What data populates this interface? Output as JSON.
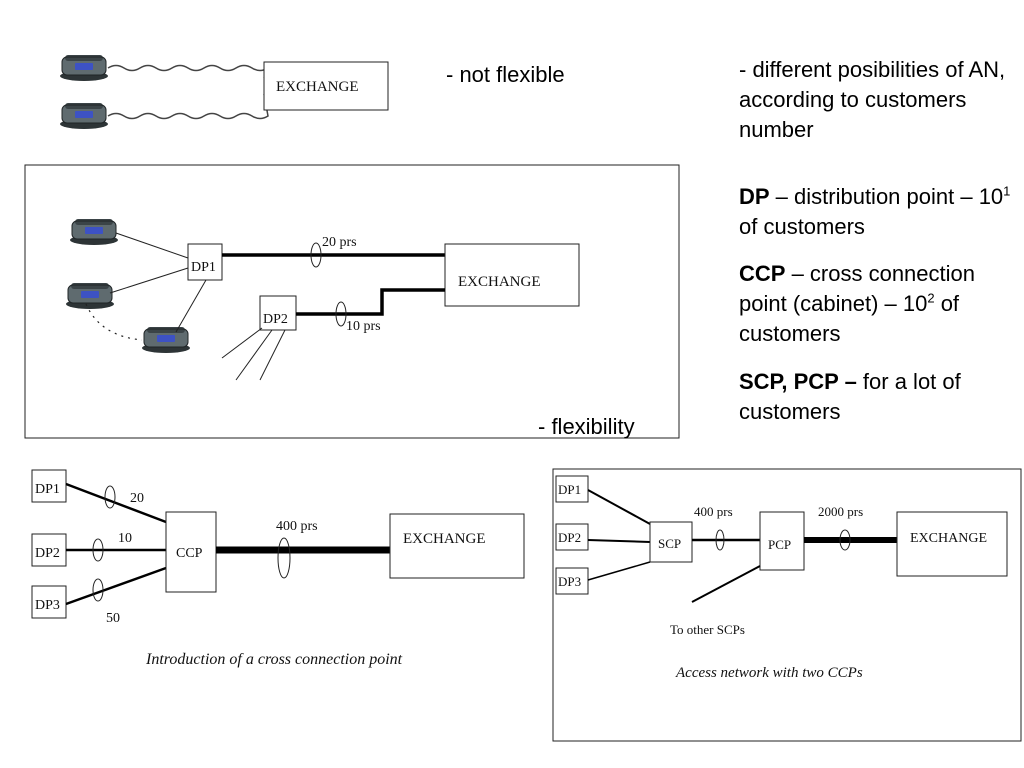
{
  "notes": {
    "not_flexible": "- not flexible",
    "flexibility": "- flexibility",
    "possibilities": "- different posibilities of AN, according to customers number",
    "dp_term": "DP",
    "dp_def": " – distribution point – 10",
    "dp_exp": "1",
    "dp_tail": " of customers",
    "ccp_term": "CCP",
    "ccp_def": " – cross connection point (cabinet) – 10",
    "ccp_exp": "2",
    "ccp_tail": " of customers",
    "scp_term": "SCP, PCP –",
    "scp_def": " for a lot of customers"
  },
  "figures": {
    "fig1": {
      "exchange": "EXCHANGE"
    },
    "fig2": {
      "dp1": "DP1",
      "dp2": "DP2",
      "pairs_top": "20 prs",
      "pairs_bottom": "10 prs",
      "exchange": "EXCHANGE"
    },
    "fig3": {
      "dp1": "DP1",
      "dp2": "DP2",
      "dp3": "DP3",
      "n20": "20",
      "n10": "10",
      "n50": "50",
      "ccp": "CCP",
      "pairs": "400 prs",
      "exchange": "EXCHANGE",
      "caption": "Introduction of a cross connection point"
    },
    "fig4": {
      "dp1": "DP1",
      "dp2": "DP2",
      "dp3": "DP3",
      "scp": "SCP",
      "pcp": "PCP",
      "pairs_scp": "400 prs",
      "pairs_pcp": "2000 prs",
      "exchange": "EXCHANGE",
      "other": "To other SCPs",
      "caption": "Access network with two CCPs"
    }
  },
  "colors": {
    "phone_body": "#5f6b6f",
    "phone_screen": "#3d52c4"
  }
}
